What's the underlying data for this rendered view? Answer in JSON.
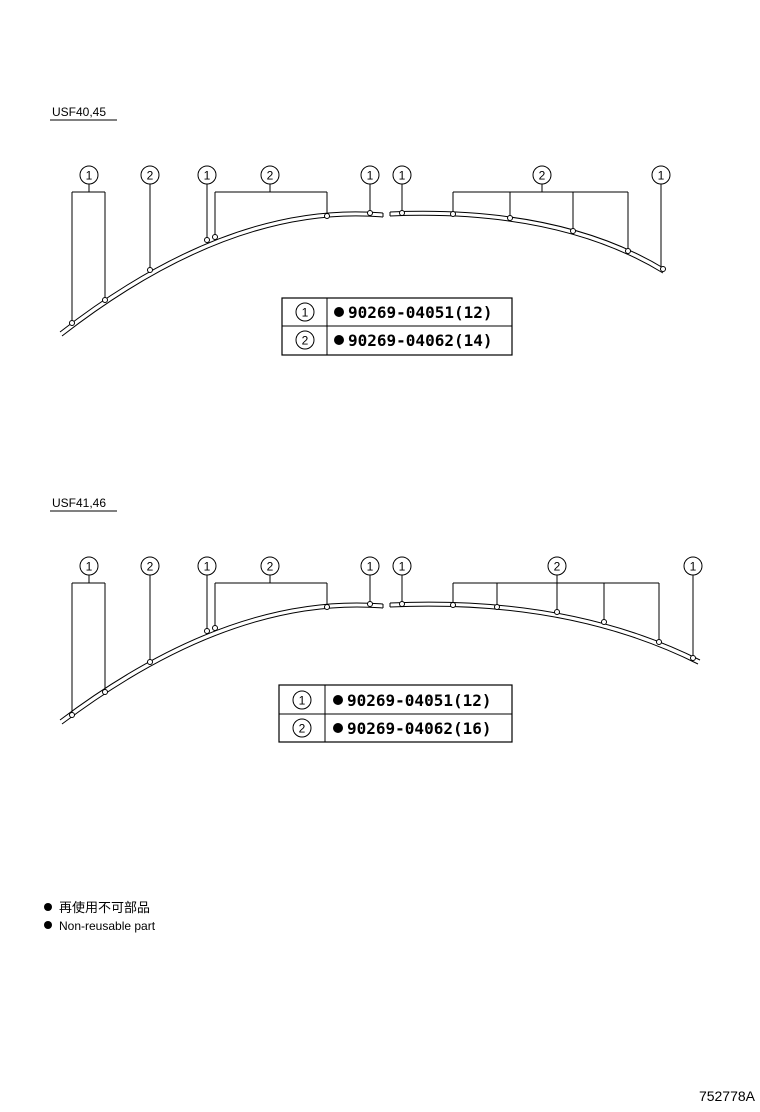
{
  "sections": [
    {
      "title": "USF40,45",
      "callouts": [
        "1",
        "2",
        "1",
        "2",
        "1",
        "1",
        "2",
        "1"
      ],
      "legend": [
        {
          "mark": "1",
          "part": "90269-04051(12)"
        },
        {
          "mark": "2",
          "part": "90269-04062(14)"
        }
      ]
    },
    {
      "title": "USF41,46",
      "callouts": [
        "1",
        "2",
        "1",
        "2",
        "1",
        "1",
        "2",
        "1"
      ],
      "legend": [
        {
          "mark": "1",
          "part": "90269-04051(12)"
        },
        {
          "mark": "2",
          "part": "90269-04062(16)"
        }
      ]
    }
  ],
  "notes": {
    "jp": "再使用不可部品",
    "en": "Non-reusable part"
  },
  "figure_id": "752778A"
}
